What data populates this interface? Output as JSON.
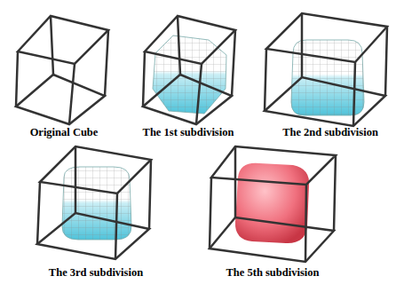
{
  "diagram": {
    "labels": [
      "Original Cube",
      "The 1st subdivision",
      "The 2nd subdivision",
      "The 3rd subdivision",
      "The 5th subdivision"
    ]
  }
}
